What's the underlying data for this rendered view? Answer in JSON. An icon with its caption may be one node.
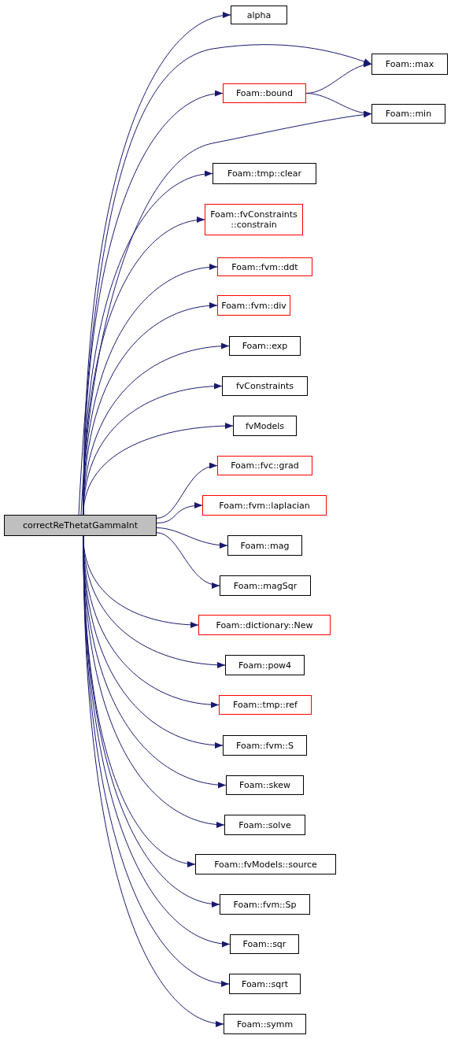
{
  "diagram": {
    "nodes": [
      {
        "text": [
          "correctReThetatGammaInt"
        ]
      },
      {
        "text": [
          "alpha"
        ]
      },
      {
        "text": [
          "Foam::max"
        ]
      },
      {
        "text": [
          "Foam::bound"
        ]
      },
      {
        "text": [
          "Foam::min"
        ]
      },
      {
        "text": [
          "Foam::tmp::clear"
        ]
      },
      {
        "text": [
          "Foam::fvConstraints ::constrain"
        ]
      },
      {
        "text": [
          "Foam::fvm::ddt"
        ]
      },
      {
        "text": [
          "Foam::fvm::div"
        ]
      },
      {
        "text": [
          "Foam::exp"
        ]
      },
      {
        "text": [
          "fvConstraints"
        ]
      },
      {
        "text": [
          "fvModels"
        ]
      },
      {
        "text": [
          "Foam::fvc::grad"
        ]
      },
      {
        "text": [
          "Foam::fvm::laplacian"
        ]
      },
      {
        "text": [
          "Foam::mag"
        ]
      },
      {
        "text": [
          "Foam::magSqr"
        ]
      },
      {
        "text": [
          "Foam::dictionary::New"
        ]
      },
      {
        "text": [
          "Foam::pow4"
        ]
      },
      {
        "text": [
          "Foam::tmp::ref"
        ]
      },
      {
        "text": [
          "Foam::fvm::S"
        ]
      },
      {
        "text": [
          "Foam::skew"
        ]
      },
      {
        "text": [
          "Foam::solve"
        ]
      },
      {
        "text": [
          "Foam::fvModels::source"
        ]
      },
      {
        "text": [
          "Foam::fvm::Sp"
        ]
      },
      {
        "text": [
          "Foam::sqr"
        ]
      },
      {
        "text": [
          "Foam::sqrt"
        ]
      },
      {
        "text": [
          "Foam::symm"
        ]
      }
    ],
    "edges": [
      {
        "from": 0,
        "to": 1,
        "arrow": "to"
      },
      {
        "from": 0,
        "to": 2,
        "arrow": "to"
      },
      {
        "from": 0,
        "to": 3,
        "arrow": "to"
      },
      {
        "from": 3,
        "to": 2,
        "arrow": "to"
      },
      {
        "from": 3,
        "to": 4,
        "arrow": "to"
      },
      {
        "from": 0,
        "to": 4,
        "arrow": "to"
      },
      {
        "from": 0,
        "to": 5,
        "arrow": "to"
      },
      {
        "from": 0,
        "to": 6,
        "arrow": "to"
      },
      {
        "from": 0,
        "to": 7,
        "arrow": "to"
      },
      {
        "from": 0,
        "to": 8,
        "arrow": "to"
      },
      {
        "from": 0,
        "to": 9,
        "arrow": "to"
      },
      {
        "from": 0,
        "to": 10,
        "arrow": "to"
      },
      {
        "from": 0,
        "to": 11,
        "arrow": "to"
      },
      {
        "from": 0,
        "to": 12,
        "arrow": "to"
      },
      {
        "from": 0,
        "to": 13,
        "arrow": "to"
      },
      {
        "from": 0,
        "to": 14,
        "arrow": "to"
      },
      {
        "from": 0,
        "to": 15,
        "arrow": "to"
      },
      {
        "from": 0,
        "to": 16,
        "arrow": "to"
      },
      {
        "from": 0,
        "to": 17,
        "arrow": "to"
      },
      {
        "from": 0,
        "to": 18,
        "arrow": "to"
      },
      {
        "from": 0,
        "to": 19,
        "arrow": "to"
      },
      {
        "from": 0,
        "to": 20,
        "arrow": "to"
      },
      {
        "from": 0,
        "to": 21,
        "arrow": "to"
      },
      {
        "from": 0,
        "to": 22,
        "arrow": "to"
      },
      {
        "from": 0,
        "to": 23,
        "arrow": "to"
      },
      {
        "from": 0,
        "to": 24,
        "arrow": "to"
      },
      {
        "from": 0,
        "to": 25,
        "arrow": "to"
      },
      {
        "from": 0,
        "to": 26,
        "arrow": "to"
      }
    ]
  }
}
